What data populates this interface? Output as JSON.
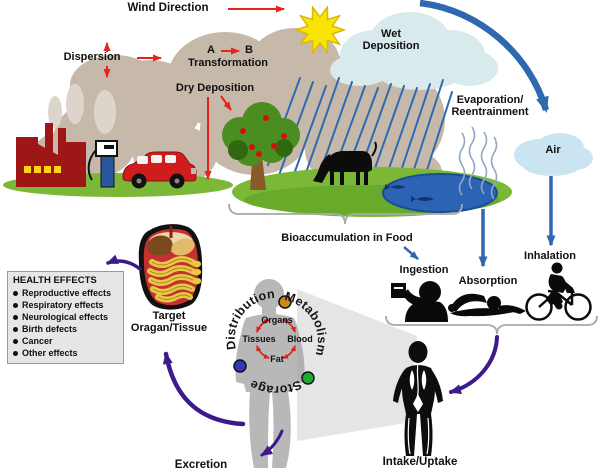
{
  "diagram": {
    "labels": {
      "wind_direction": "Wind Direction",
      "dispersion": "Dispersion",
      "transformation_a": "A",
      "transformation_b": "B",
      "transformation": "Transformation",
      "dry_deposition": "Dry Deposition",
      "wet_deposition": "Wet Deposition",
      "evaporation_line1": "Evaporation/",
      "evaporation_line2": "Reentrainment",
      "air": "Air",
      "bioaccumulation": "Bioaccumulation in Food",
      "ingestion": "Ingestion",
      "absorption": "Absorption",
      "inhalation": "Inhalation",
      "intake_uptake": "Intake/Uptake",
      "excretion": "Excretion",
      "target_line1": "Target",
      "target_line2": "Oragan/Tissue"
    },
    "health_effects": {
      "title": "HEALTH EFFECTS",
      "items": [
        "Reproductive effects",
        "Respiratory effects",
        "Neurological effects",
        "Birth defects",
        "Cancer",
        "Other effects"
      ]
    },
    "body_cycle": {
      "distribution": "Distribution",
      "metabolism": "Metabolism",
      "storage": "Storage",
      "organs": "Organs",
      "tissues": "Tissues",
      "blood": "Blood",
      "fat": "Fat",
      "dot_colors": {
        "top": "#cc8a1e",
        "left": "#3436c0",
        "right": "#1fa832"
      }
    },
    "icons": [
      "sun-icon",
      "rain-cloud-icon",
      "smoke-plume",
      "factory-icon",
      "fuel-pump-icon",
      "car-icon",
      "tree-icon",
      "cow-icon",
      "pond-icon",
      "fish-icon",
      "evaporation-waves-icon",
      "air-cloud-icon",
      "drinking-person-icon",
      "swimmer-icon",
      "cyclist-icon",
      "human-silhouette-icon",
      "target-organ-icon",
      "anatomical-body-icon"
    ],
    "colors": {
      "red_arrow": "#e8231c",
      "blue_arrow": "#2d68b0",
      "purple_arrow": "#3d1a8c",
      "smoke_plume": "#c7b9aa",
      "grass": "#7cb837",
      "pond": "#2d63b5",
      "factory_red": "#9e1616",
      "bracket_gray": "#a8a8a8",
      "health_box_bg": "#e6e6e6"
    }
  }
}
